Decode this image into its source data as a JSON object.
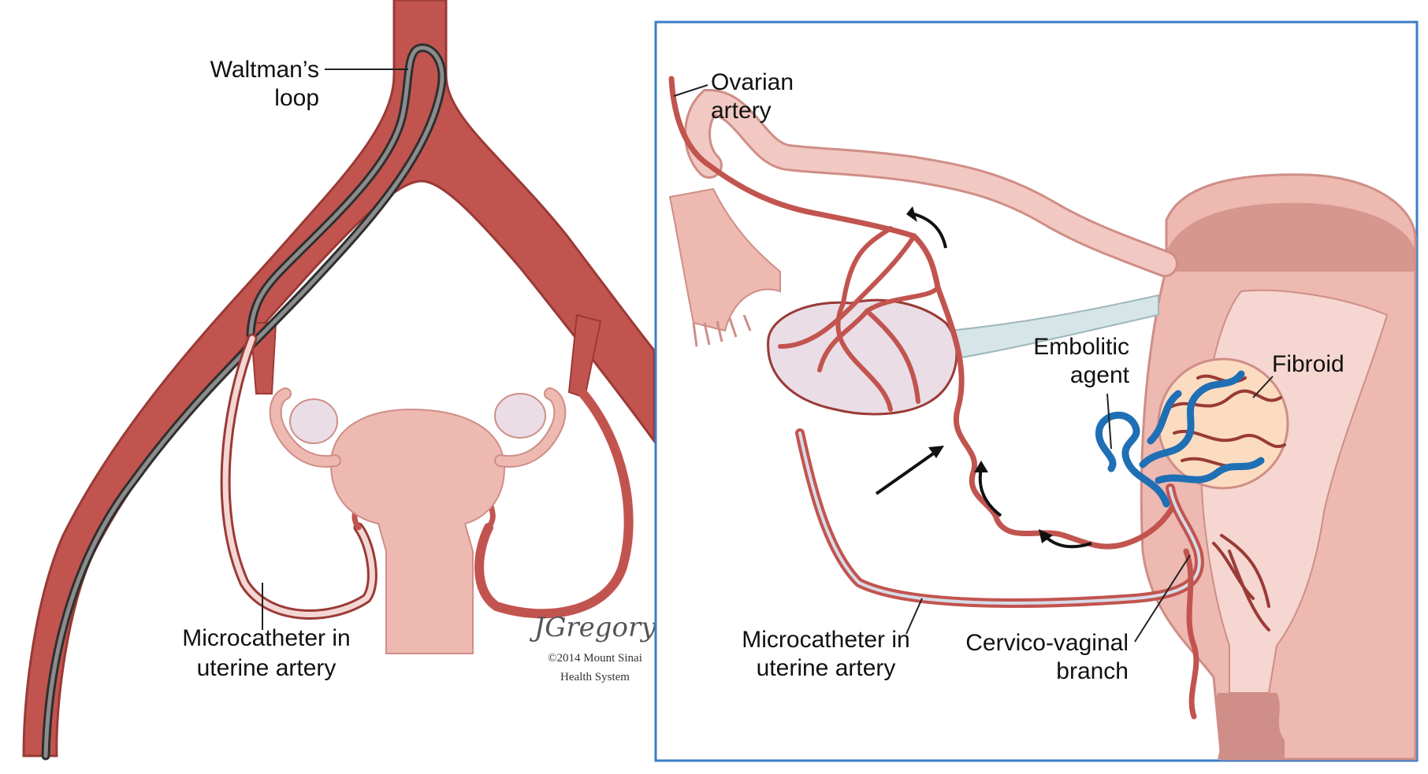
{
  "colors": {
    "artery": "#c2544f",
    "artery_edge": "#9a3a36",
    "tissue": "#edb9b1",
    "tissue_light": "#f6d6d0",
    "tissue_dark": "#cf8e87",
    "ovary": "#eadde6",
    "catheter": "#7a7a7a",
    "embolic": "#1f6fb5",
    "fibroid": "#fbdcc0",
    "frame": "#3b7dc4"
  },
  "left_panel": {
    "label_waltman_1": "Waltman’s",
    "label_waltman_2": "loop",
    "label_micro_1": "Microcatheter in",
    "label_micro_2": "uterine artery",
    "signature": "JGregory",
    "credit_1": "©2014 Mount Sinai",
    "credit_2": "Health System"
  },
  "right_panel": {
    "label_ovarian_1": "Ovarian",
    "label_ovarian_2": "artery",
    "label_embolic_1": "Embolitic",
    "label_embolic_2": "agent",
    "label_fibroid": "Fibroid",
    "label_micro_1": "Microcatheter in",
    "label_micro_2": "uterine artery",
    "label_cervico_1": "Cervico-vaginal",
    "label_cervico_2": "branch"
  }
}
